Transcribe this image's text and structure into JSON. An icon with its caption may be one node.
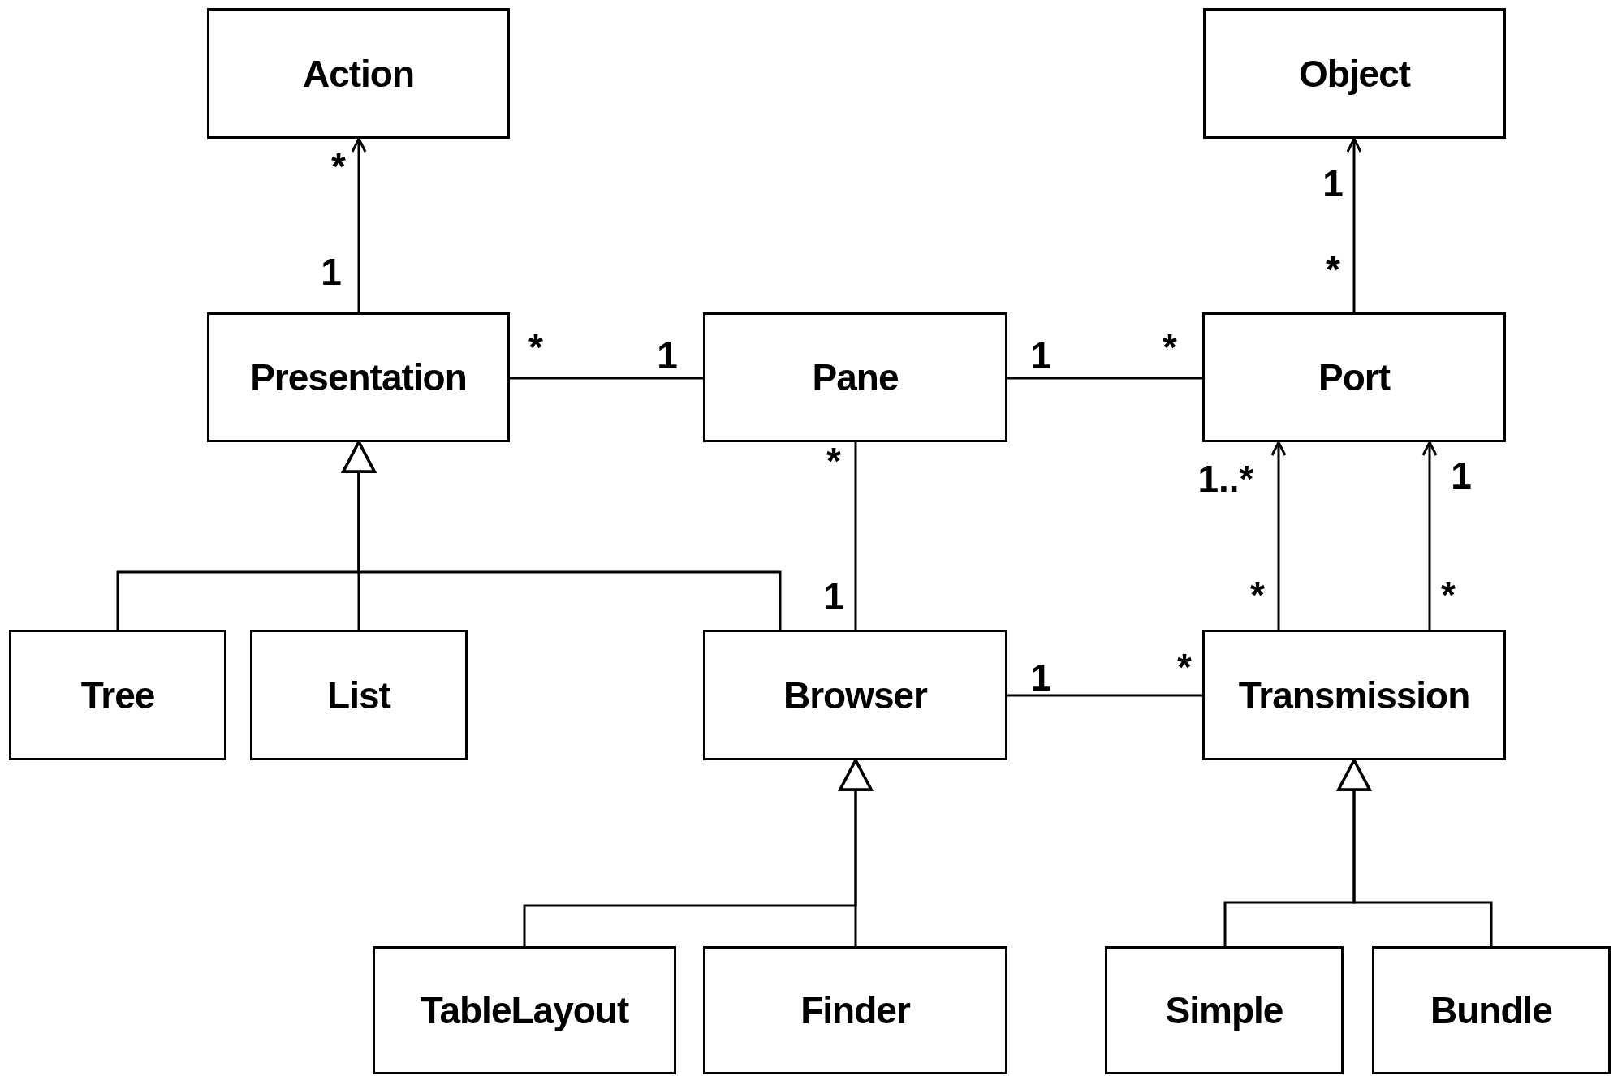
{
  "diagram": {
    "nodes": [
      {
        "text": [
          "Action"
        ]
      },
      {
        "text": [
          "Object"
        ]
      },
      {
        "text": [
          "Presentation"
        ]
      },
      {
        "text": [
          "Pane"
        ]
      },
      {
        "text": [
          "Port"
        ]
      },
      {
        "text": [
          "Tree"
        ]
      },
      {
        "text": [
          "List"
        ]
      },
      {
        "text": [
          "Browser"
        ]
      },
      {
        "text": [
          "Transmission"
        ]
      },
      {
        "text": [
          "TableLayout"
        ]
      },
      {
        "text": [
          "Finder"
        ]
      },
      {
        "text": [
          "Simple"
        ]
      },
      {
        "text": [
          "Bundle"
        ]
      }
    ],
    "edges": [
      {
        "from": 2,
        "to": 0,
        "arrow": "to"
      },
      {
        "from": 4,
        "to": 1,
        "arrow": "to"
      },
      {
        "from": 2,
        "to": 3,
        "arrow": "none"
      },
      {
        "from": 3,
        "to": 4,
        "arrow": "none"
      },
      {
        "from": 3,
        "to": 7,
        "arrow": "none"
      },
      {
        "from": 5,
        "to": 2,
        "arrow": "to"
      },
      {
        "from": 6,
        "to": 2,
        "arrow": "to"
      },
      {
        "from": 7,
        "to": 2,
        "arrow": "to"
      },
      {
        "from": 7,
        "to": 8,
        "arrow": "none"
      },
      {
        "from": 8,
        "to": 4,
        "arrow": "to"
      },
      {
        "from": 8,
        "to": 4,
        "arrow": "to"
      },
      {
        "from": 9,
        "to": 7,
        "arrow": "to"
      },
      {
        "from": 10,
        "to": 7,
        "arrow": "to"
      },
      {
        "from": 11,
        "to": 8,
        "arrow": "to"
      },
      {
        "from": 12,
        "to": 8,
        "arrow": "to"
      }
    ],
    "labels": [
      "*",
      "1",
      "*",
      "1",
      "*",
      "1",
      "1",
      "*",
      "*",
      "1..*",
      "1",
      "1",
      "*",
      "*",
      "1",
      "*"
    ]
  }
}
